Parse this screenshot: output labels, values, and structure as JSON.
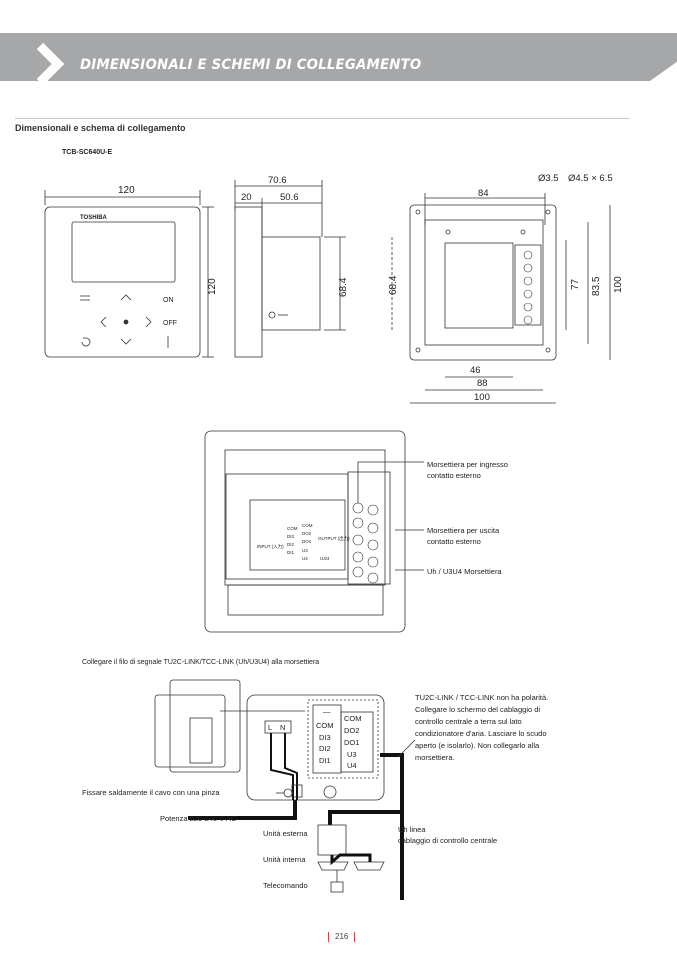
{
  "header": {
    "title": "DIMENSIONALI E SCHEMI DI COLLEGAMENTO"
  },
  "section": {
    "subtitle": "Dimensionali e schema di collegamento",
    "model": "TCB-SC640U-E"
  },
  "front_view": {
    "brand": "TOSHIBA",
    "width": "120",
    "height": "120",
    "btn_on": "ON",
    "btn_off": "OFF"
  },
  "side_view": {
    "depth_total": "70.6",
    "depth_a": "20",
    "depth_b": "50.6",
    "height": "68.4"
  },
  "back_view": {
    "hole_a": "Ø3.5",
    "hole_b": "Ø4.5 × 6.5",
    "top_width": "84",
    "left_height": "68.4",
    "h77": "77",
    "h83": "83.5",
    "h100": "100",
    "w46": "46",
    "w88": "88",
    "w100": "100"
  },
  "terminal_view": {
    "label_input": [
      "Morsettiera per ingresso",
      "contatto esterno"
    ],
    "label_output": [
      "Morsettiera per uscita",
      "contatto esterno"
    ],
    "label_uh": "Uh / U3U4 Morsettiera",
    "table": {
      "input": "INPUT (入力)",
      "output": "OUTPUT (出力)",
      "u34": "U3/4",
      "rows_in": [
        "COM",
        "DI3",
        "DI2",
        "DI1"
      ],
      "rows_out": [
        "COM",
        "DO2",
        "DO1",
        "U3",
        "U4"
      ]
    }
  },
  "wiring": {
    "caption": "Collegare il filo di segnale TU2C-LINK/TCC-LINK (Uh/U3U4) alla morsettiera",
    "ln": [
      "L",
      "N"
    ],
    "in_terms": [
      "—",
      "COM",
      "DI3",
      "DI2",
      "DI1"
    ],
    "out_terms": [
      "COM",
      "DO2",
      "DO1",
      "U3",
      "U4"
    ],
    "note": [
      "TU2C-LINK / TCC-LINK non ha polarità.",
      "Collegare lo schermo del cablaggio di",
      "controllo centrale a terra sul lato",
      "condizionatore d'aria. Lasciare lo scudo",
      "aperto (e isolarlo). Non collegarlo alla",
      "morsettiera."
    ],
    "clamp": "Fissare saldamente il cavo con una pinza",
    "power": "Potenza 220-240 V AC",
    "outdoor": "Unità esterna",
    "indoor": "Unità interna",
    "remote": "Telecomando",
    "uh_line": [
      "Uh linea",
      "cablaggio di controllo centrale"
    ]
  },
  "footer": {
    "page": "216"
  }
}
